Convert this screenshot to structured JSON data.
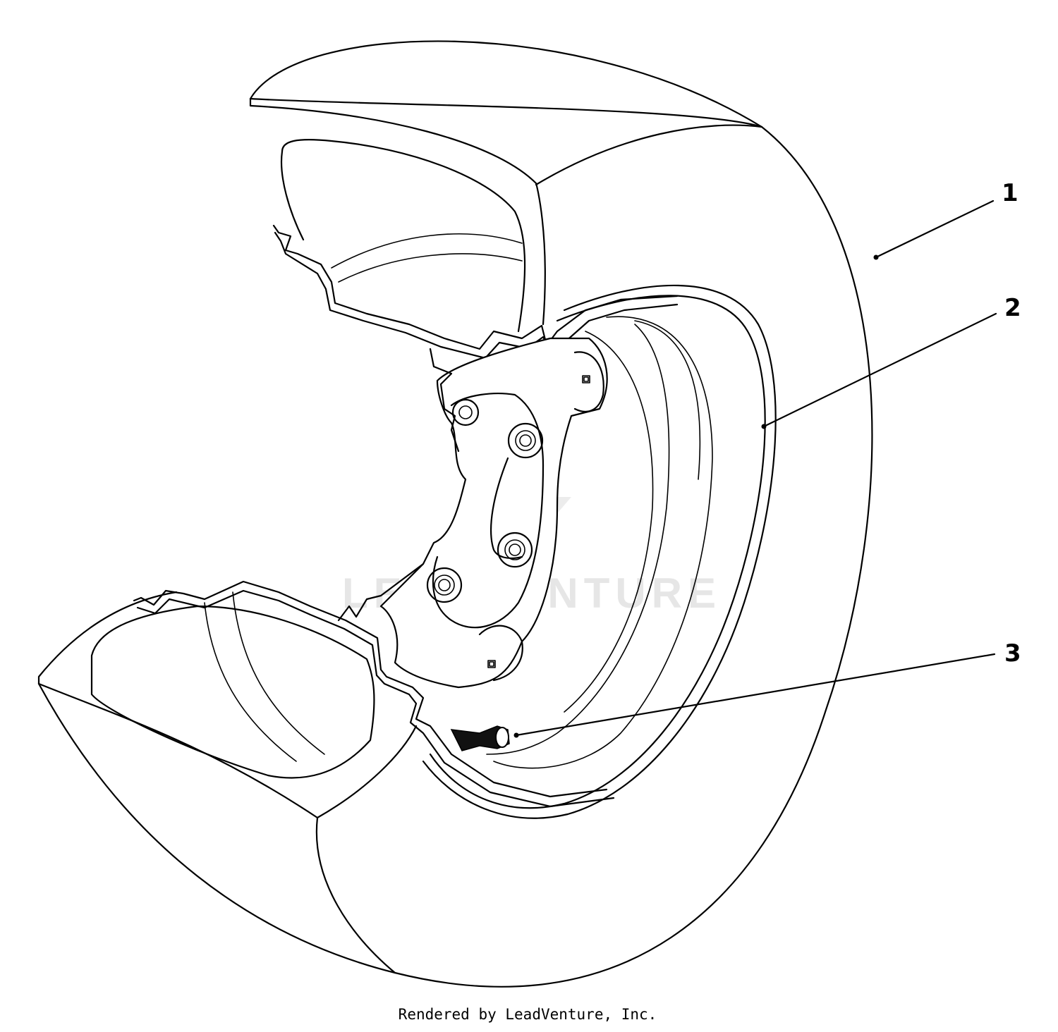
{
  "callouts": [
    {
      "number": "1",
      "part": "tire"
    },
    {
      "number": "2",
      "part": "wheel-rim"
    },
    {
      "number": "3",
      "part": "valve-stem"
    }
  ],
  "watermark": "LEADVENTURE",
  "credit": "Rendered by LeadVenture, Inc."
}
